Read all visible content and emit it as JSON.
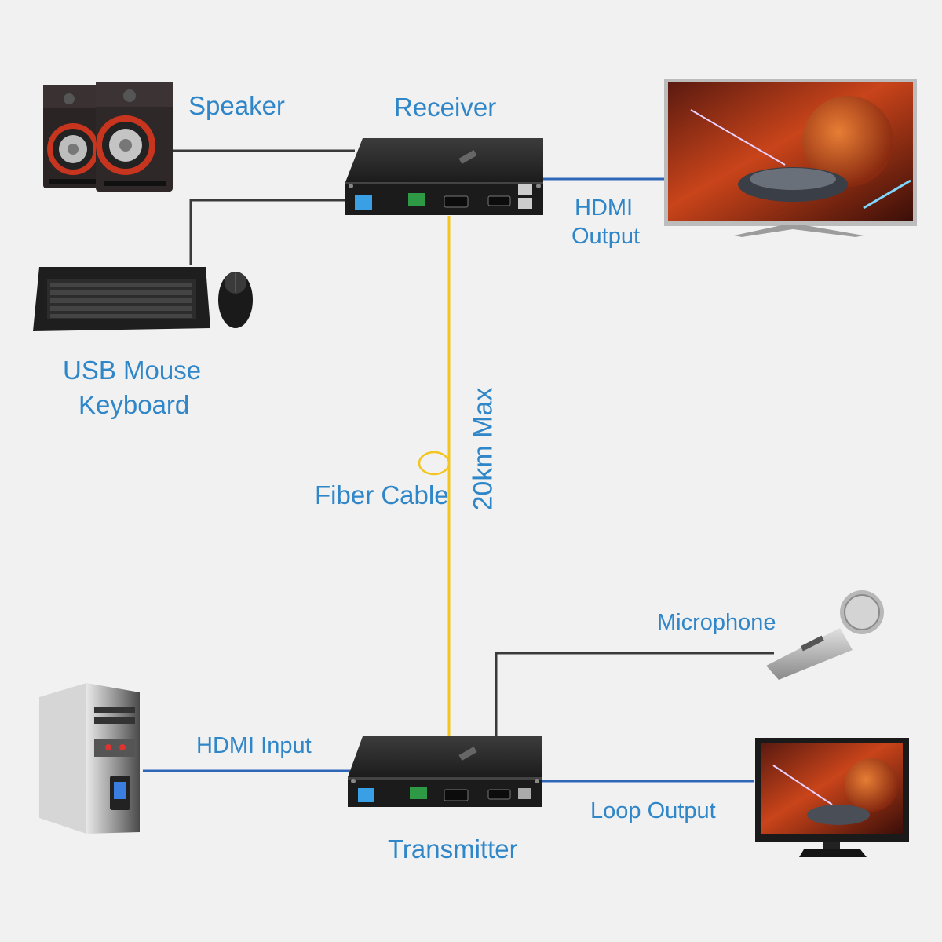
{
  "labels": {
    "speaker": "Speaker",
    "receiver": "Receiver",
    "hdmi_output_line1": "HDMI",
    "hdmi_output_line2": "Output",
    "usb_line1": "USB Mouse",
    "usb_line2": "Keyboard",
    "fiber_cable": "Fiber Cable",
    "distance": "20km Max",
    "microphone": "Microphone",
    "hdmi_input": "HDMI Input",
    "transmitter": "Transmitter",
    "loop_output": "Loop Output"
  },
  "colors": {
    "background": "#f1f1f1",
    "label": "#2f86c8",
    "fiber": "#f3c520",
    "hdmi_line": "#2e66b8",
    "audio_line": "#3a3a3a"
  }
}
